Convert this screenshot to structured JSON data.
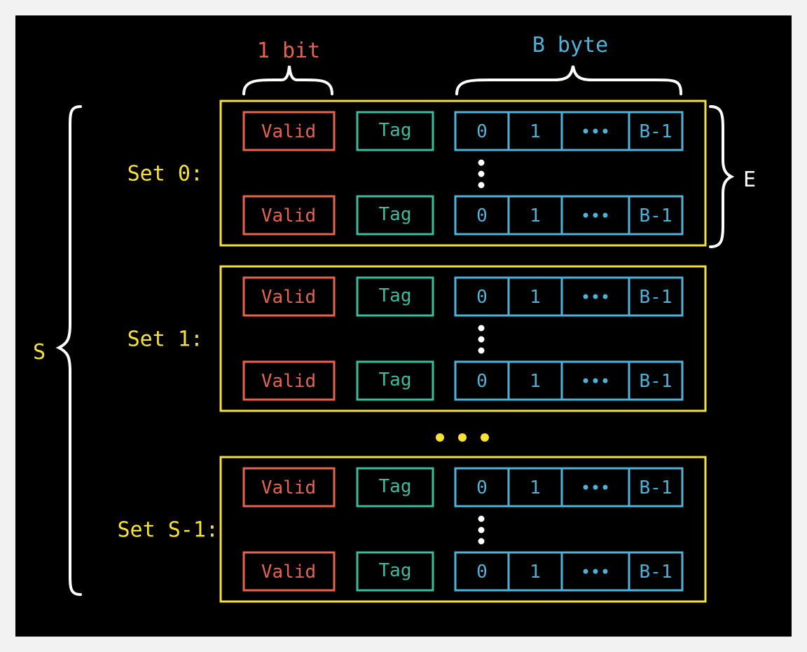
{
  "labels": {
    "valid_width": "1 bit",
    "block_width": "B byte",
    "sets_count": "S",
    "lines_per_set": "E"
  },
  "line_fields": {
    "valid": "Valid",
    "tag": "Tag",
    "bytes": [
      "0",
      "1",
      "•••",
      "B-1"
    ]
  },
  "sets": [
    {
      "label": "Set 0:"
    },
    {
      "label": "Set 1:"
    },
    {
      "label": "Set S-1:"
    }
  ],
  "colors": {
    "background": "#000000",
    "set_box": "#f5e233",
    "valid": "#e8634f",
    "tag": "#3dbb9e",
    "bytes": "#4fb3d9",
    "brace": "#ffffff"
  }
}
